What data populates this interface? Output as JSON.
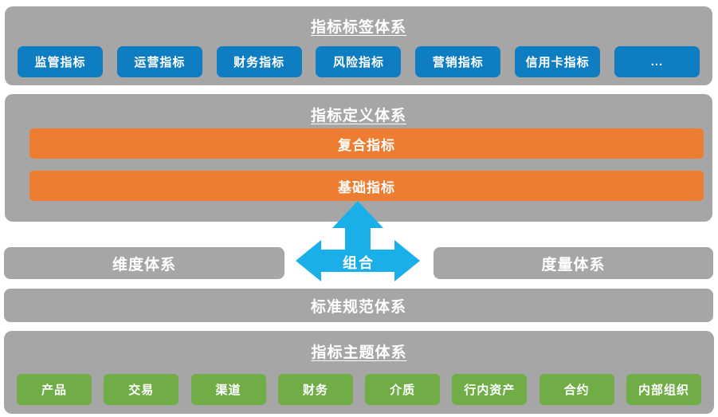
{
  "colors": {
    "band_gray": "#a6a6a6",
    "tag_blue": "#0f7dc2",
    "bar_orange": "#ed7d31",
    "theme_green": "#70ad47",
    "arrow_cyan": "#1bafe9",
    "text_white": "#ffffff"
  },
  "sections": {
    "label_system": {
      "title": "指标标签体系",
      "buttons": [
        "监管指标",
        "运营指标",
        "财务指标",
        "风险指标",
        "营销指标",
        "信用卡指标",
        "..."
      ]
    },
    "definition_system": {
      "title": "指标定义体系",
      "bars": [
        "复合指标",
        "基础指标"
      ]
    },
    "combine": {
      "arrow_label": "组合"
    },
    "dimension_system": {
      "label": "维度体系"
    },
    "measure_system": {
      "label": "度量体系"
    },
    "standard_system": {
      "label": "标准规范体系"
    },
    "theme_system": {
      "title": "指标主题体系",
      "buttons": [
        "产品",
        "交易",
        "渠道",
        "财务",
        "介质",
        "行内资产",
        "合约",
        "内部组织"
      ]
    }
  }
}
